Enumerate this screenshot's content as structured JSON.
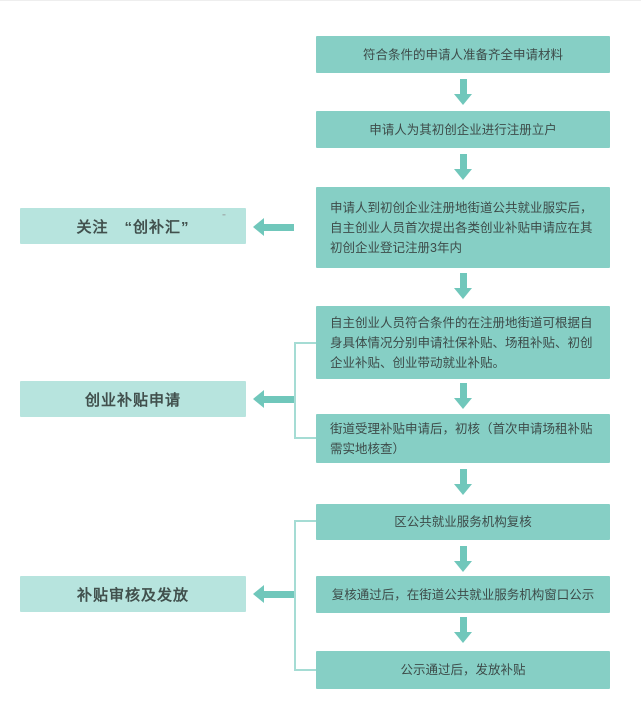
{
  "colors": {
    "step_box_bg": "#86cfc5",
    "side_label_bg": "#b7e4de",
    "arrow": "#70c7bb",
    "connector_line": "#a5dcd4",
    "step_text": "#3d4b49",
    "label_text": "#41504d"
  },
  "steps": [
    {
      "text": "符合条件的申请人准备齐全申请材料"
    },
    {
      "text": "申请人为其初创企业进行注册立户"
    },
    {
      "text": "申请人到初创企业注册地街道公共就业服实后，自主创业人员首次提出各类创业补贴申请应在其初创企业登记注册3年内"
    },
    {
      "text": "自主创业人员符合条件的在注册地街道可根据自身具体情况分别申请社保补贴、场租补贴、初创企业补贴、创业带动就业补贴。"
    },
    {
      "text": "街道受理补贴申请后，初核（首次申请场租补贴需实地核查）"
    },
    {
      "text": "区公共就业服务机构复核"
    },
    {
      "text": "复核通过后，在街道公共就业服务机构窗口公示"
    },
    {
      "text": "公示通过后，发放补贴"
    }
  ],
  "side_labels": [
    {
      "text": "关注　“创补汇”",
      "mark": "-"
    },
    {
      "text": "创业补贴申请"
    },
    {
      "text": "补贴审核及发放"
    }
  ]
}
